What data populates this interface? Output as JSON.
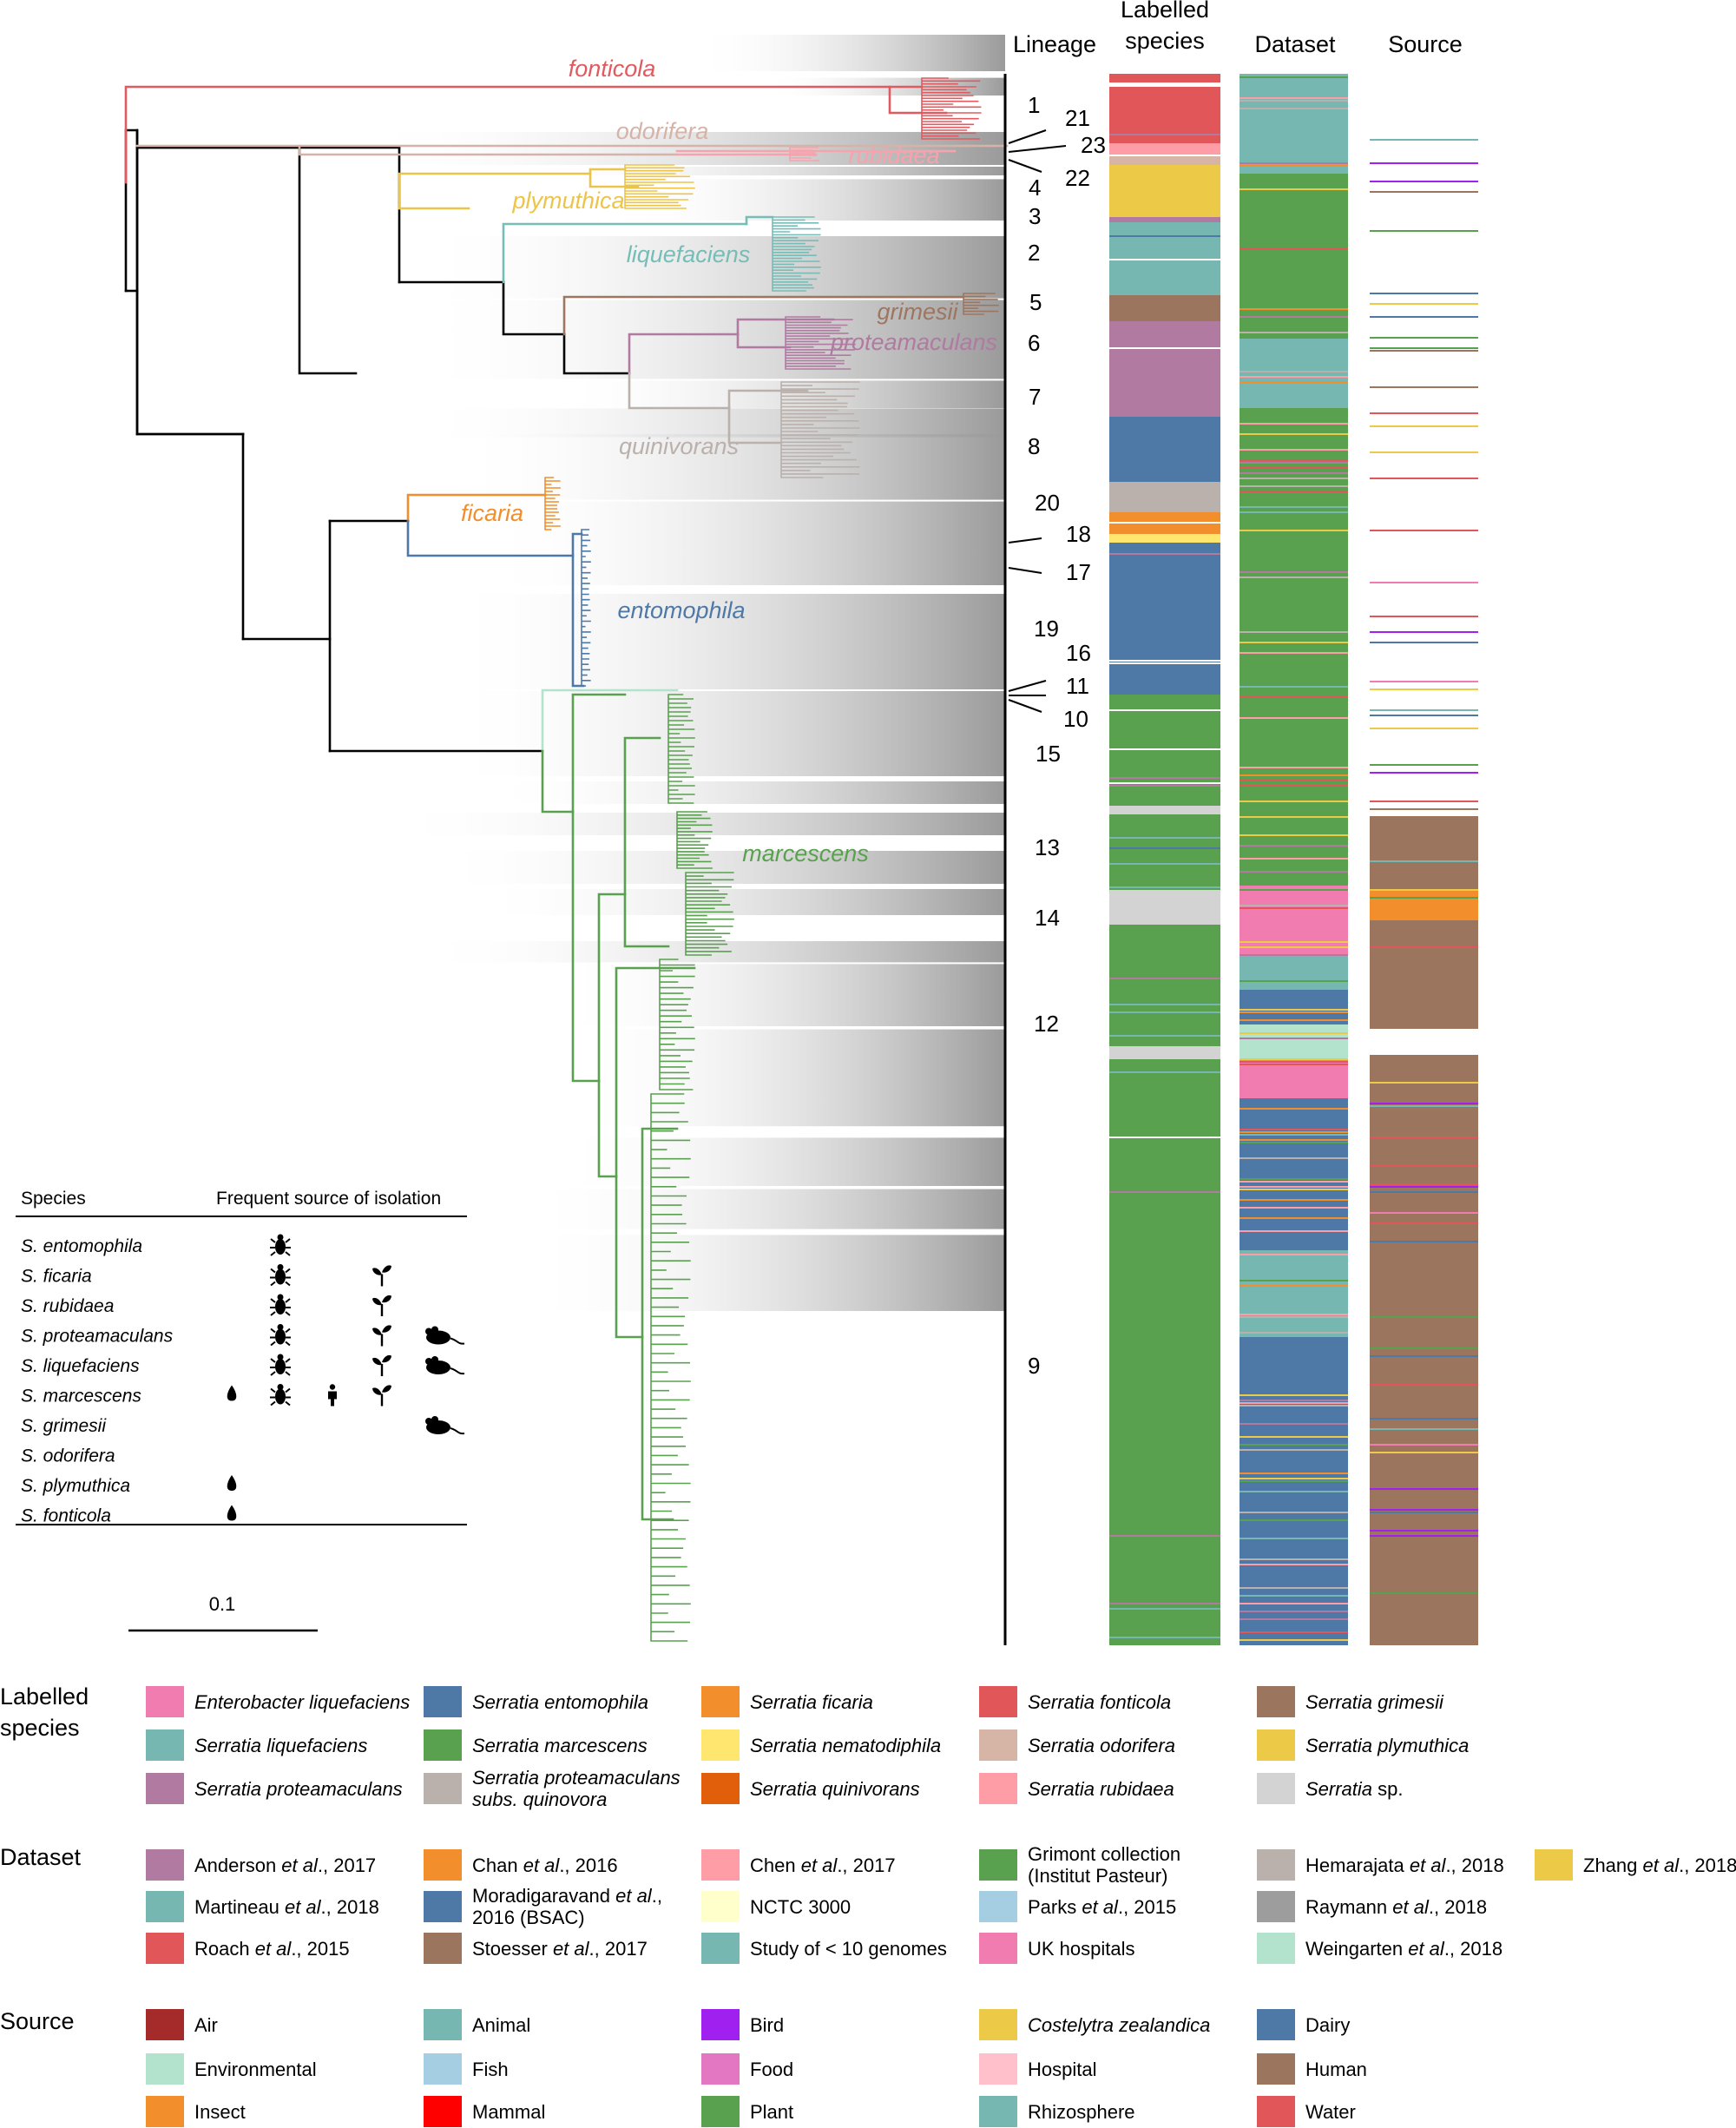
{
  "columns": {
    "lineage": "Lineage",
    "labelled_species": [
      "Labelled",
      "species"
    ],
    "dataset": "Dataset",
    "source": "Source"
  },
  "clades": [
    {
      "name": "fonticola",
      "color": "#e05a5f"
    },
    {
      "name": "odorifera",
      "color": "#d6b3a8"
    },
    {
      "name": "rubidaea",
      "color": "#f7a3ad"
    },
    {
      "name": "plymuthica",
      "color": "#edc44a"
    },
    {
      "name": "liquefaciens",
      "color": "#75bdb6"
    },
    {
      "name": "grimesii",
      "color": "#9e7660"
    },
    {
      "name": "proteamaculans",
      "color": "#b07aa1"
    },
    {
      "name": "quinivorans",
      "color": "#bab0ac"
    },
    {
      "name": "ficaria",
      "color": "#f28e2b"
    },
    {
      "name": "entomophila",
      "color": "#4e79a7"
    },
    {
      "name": "marcescens",
      "color": "#59a14f"
    }
  ],
  "lineage_numbers": [
    "1",
    "21",
    "23",
    "22",
    "4",
    "3",
    "2",
    "5",
    "6",
    "7",
    "8",
    "20",
    "18",
    "17",
    "19",
    "16",
    "11",
    "10",
    "15",
    "13",
    "14",
    "12",
    "9"
  ],
  "scale_bar": "0.1",
  "species_table": {
    "header_species": "Species",
    "header_source": "Frequent source of isolation",
    "rows": [
      {
        "species": "S. entomophila",
        "water": false,
        "insect": true,
        "human": false,
        "plant": false,
        "animal": false
      },
      {
        "species": "S. ficaria",
        "water": false,
        "insect": true,
        "human": false,
        "plant": true,
        "animal": false
      },
      {
        "species": "S. rubidaea",
        "water": false,
        "insect": true,
        "human": false,
        "plant": true,
        "animal": false
      },
      {
        "species": "S. proteamaculans",
        "water": false,
        "insect": true,
        "human": false,
        "plant": true,
        "animal": true
      },
      {
        "species": "S. liquefaciens",
        "water": false,
        "insect": true,
        "human": false,
        "plant": true,
        "animal": true
      },
      {
        "species": "S. marcescens",
        "water": true,
        "insect": true,
        "human": true,
        "plant": true,
        "animal": false
      },
      {
        "species": "S. grimesii",
        "water": false,
        "insect": false,
        "human": false,
        "plant": false,
        "animal": true
      },
      {
        "species": "S. odorifera",
        "water": false,
        "insect": false,
        "human": false,
        "plant": false,
        "animal": false
      },
      {
        "species": "S. plymuthica",
        "water": true,
        "insect": false,
        "human": false,
        "plant": false,
        "animal": false
      },
      {
        "species": "S. fonticola",
        "water": true,
        "insect": false,
        "human": false,
        "plant": false,
        "animal": false
      }
    ]
  },
  "legends": {
    "labelled_species": {
      "title": [
        "Labelled",
        "species"
      ],
      "items": [
        {
          "parts": [
            {
              "t": "Enterobacter liquefaciens",
              "i": true
            }
          ],
          "color": "#f17cb0"
        },
        {
          "parts": [
            {
              "t": "Serratia entomophila",
              "i": true
            }
          ],
          "color": "#4e79a7"
        },
        {
          "parts": [
            {
              "t": "Serratia ficaria",
              "i": true
            }
          ],
          "color": "#f28e2b"
        },
        {
          "parts": [
            {
              "t": "Serratia fonticola",
              "i": true
            }
          ],
          "color": "#e15759"
        },
        {
          "parts": [
            {
              "t": "Serratia grimesii",
              "i": true
            }
          ],
          "color": "#9c755f"
        },
        {
          "parts": [
            {
              "t": "Serratia liquefaciens",
              "i": true
            }
          ],
          "color": "#76b7b2"
        },
        {
          "parts": [
            {
              "t": "Serratia marcescens",
              "i": true
            }
          ],
          "color": "#59a14f"
        },
        {
          "parts": [
            {
              "t": "Serratia nematodiphila",
              "i": true
            }
          ],
          "color": "#ffe66e"
        },
        {
          "parts": [
            {
              "t": "Serratia odorifera",
              "i": true
            }
          ],
          "color": "#d7b5a6"
        },
        {
          "parts": [
            {
              "t": "Serratia plymuthica",
              "i": true
            }
          ],
          "color": "#edc948"
        },
        {
          "parts": [
            {
              "t": "Serratia proteamaculans",
              "i": true
            }
          ],
          "color": "#b07aa1"
        },
        {
          "parts": [
            {
              "t": "Serratia proteamaculans",
              "i": true
            }
          ],
          "line2": [
            {
              "t": "subs. quinovora",
              "i": true
            }
          ],
          "color": "#bab0ac"
        },
        {
          "parts": [
            {
              "t": "Serratia quinivorans",
              "i": true
            }
          ],
          "color": "#e15f0a"
        },
        {
          "parts": [
            {
              "t": "Serratia rubidaea",
              "i": true
            }
          ],
          "color": "#ff9da7"
        },
        {
          "parts": [
            {
              "t": "Serratia",
              "i": true
            },
            {
              "t": " sp.",
              "i": false
            }
          ],
          "color": "#d3d3d3"
        }
      ]
    },
    "dataset": {
      "title": "Dataset",
      "items": [
        {
          "parts": [
            {
              "t": "Anderson ",
              "i": false
            },
            {
              "t": "et al",
              "i": true
            },
            {
              "t": "., 2017",
              "i": false
            }
          ],
          "color": "#b07aa1"
        },
        {
          "parts": [
            {
              "t": "Chan ",
              "i": false
            },
            {
              "t": "et al",
              "i": true
            },
            {
              "t": "., 2016",
              "i": false
            }
          ],
          "color": "#f28e2b"
        },
        {
          "parts": [
            {
              "t": "Chen ",
              "i": false
            },
            {
              "t": "et al",
              "i": true
            },
            {
              "t": "., 2017",
              "i": false
            }
          ],
          "color": "#ff9da7"
        },
        {
          "parts": [
            {
              "t": "Grimont collection",
              "i": false
            }
          ],
          "line2": [
            {
              "t": "(Institut Pasteur)",
              "i": false
            }
          ],
          "color": "#59a14f"
        },
        {
          "parts": [
            {
              "t": "Hemarajata ",
              "i": false
            },
            {
              "t": "et al",
              "i": true
            },
            {
              "t": "., 2018",
              "i": false
            }
          ],
          "color": "#bab0ac"
        },
        {
          "parts": [
            {
              "t": "Zhang ",
              "i": false
            },
            {
              "t": "et al",
              "i": true
            },
            {
              "t": "., 2018",
              "i": false
            }
          ],
          "color": "#edc948"
        },
        {
          "parts": [
            {
              "t": "Martineau ",
              "i": false
            },
            {
              "t": "et al",
              "i": true
            },
            {
              "t": "., 2018",
              "i": false
            }
          ],
          "color": "#76b7b2"
        },
        {
          "parts": [
            {
              "t": "Moradigaravand ",
              "i": false
            },
            {
              "t": "et al",
              "i": true
            },
            {
              "t": ".,",
              "i": false
            }
          ],
          "line2": [
            {
              "t": "2016 (BSAC)",
              "i": false
            }
          ],
          "color": "#4e79a7"
        },
        {
          "parts": [
            {
              "t": "NCTC 3000",
              "i": false
            }
          ],
          "color": "#ffffcc"
        },
        {
          "parts": [
            {
              "t": "Parks ",
              "i": false
            },
            {
              "t": "et al",
              "i": true
            },
            {
              "t": "., 2015",
              "i": false
            }
          ],
          "color": "#a6cee3"
        },
        {
          "parts": [
            {
              "t": "Raymann ",
              "i": false
            },
            {
              "t": "et al",
              "i": true
            },
            {
              "t": "., 2018",
              "i": false
            }
          ],
          "color": "#9d9d9d"
        },
        {
          "parts": [
            {
              "t": "Roach ",
              "i": false
            },
            {
              "t": "et al",
              "i": true
            },
            {
              "t": "., 2015",
              "i": false
            }
          ],
          "color": "#e15759"
        },
        {
          "parts": [
            {
              "t": "Stoesser ",
              "i": false
            },
            {
              "t": "et al",
              "i": true
            },
            {
              "t": "., 2017",
              "i": false
            }
          ],
          "color": "#9c755f"
        },
        {
          "parts": [
            {
              "t": "Study of < 10 genomes",
              "i": false
            }
          ],
          "color": "#76b7b2"
        },
        {
          "parts": [
            {
              "t": "UK hospitals",
              "i": false
            }
          ],
          "color": "#f17cb0"
        },
        {
          "parts": [
            {
              "t": "Weingarten ",
              "i": false
            },
            {
              "t": "et al",
              "i": true
            },
            {
              "t": "., 2018",
              "i": false
            }
          ],
          "color": "#b3e2cd"
        }
      ]
    },
    "source": {
      "title": "Source",
      "items": [
        {
          "parts": [
            {
              "t": "Air",
              "i": false
            }
          ],
          "color": "#a52a2a"
        },
        {
          "parts": [
            {
              "t": "Animal",
              "i": false
            }
          ],
          "color": "#76b7b2"
        },
        {
          "parts": [
            {
              "t": "Bird",
              "i": false
            }
          ],
          "color": "#a020f0"
        },
        {
          "parts": [
            {
              "t": "Costelytra zealandica",
              "i": true
            }
          ],
          "color": "#edc948"
        },
        {
          "parts": [
            {
              "t": "Dairy",
              "i": false
            }
          ],
          "color": "#4e79a7"
        },
        {
          "parts": [
            {
              "t": "Environmental",
              "i": false
            }
          ],
          "color": "#b3e2cd"
        },
        {
          "parts": [
            {
              "t": "Fish",
              "i": false
            }
          ],
          "color": "#a6cee3"
        },
        {
          "parts": [
            {
              "t": "Food",
              "i": false
            }
          ],
          "color": "#e377c2"
        },
        {
          "parts": [
            {
              "t": "Hospital",
              "i": false
            }
          ],
          "color": "#ffc0cb"
        },
        {
          "parts": [
            {
              "t": "Human",
              "i": false
            }
          ],
          "color": "#9c755f"
        },
        {
          "parts": [
            {
              "t": "Insect",
              "i": false
            }
          ],
          "color": "#f28e2b"
        },
        {
          "parts": [
            {
              "t": "Mammal",
              "i": false
            }
          ],
          "color": "#ff0000"
        },
        {
          "parts": [
            {
              "t": "Plant",
              "i": false
            }
          ],
          "color": "#59a14f"
        },
        {
          "parts": [
            {
              "t": "Rhizosphere",
              "i": false
            }
          ],
          "color": "#76b7b2"
        },
        {
          "parts": [
            {
              "t": "Water",
              "i": false
            }
          ],
          "color": "#e15759"
        }
      ]
    }
  }
}
